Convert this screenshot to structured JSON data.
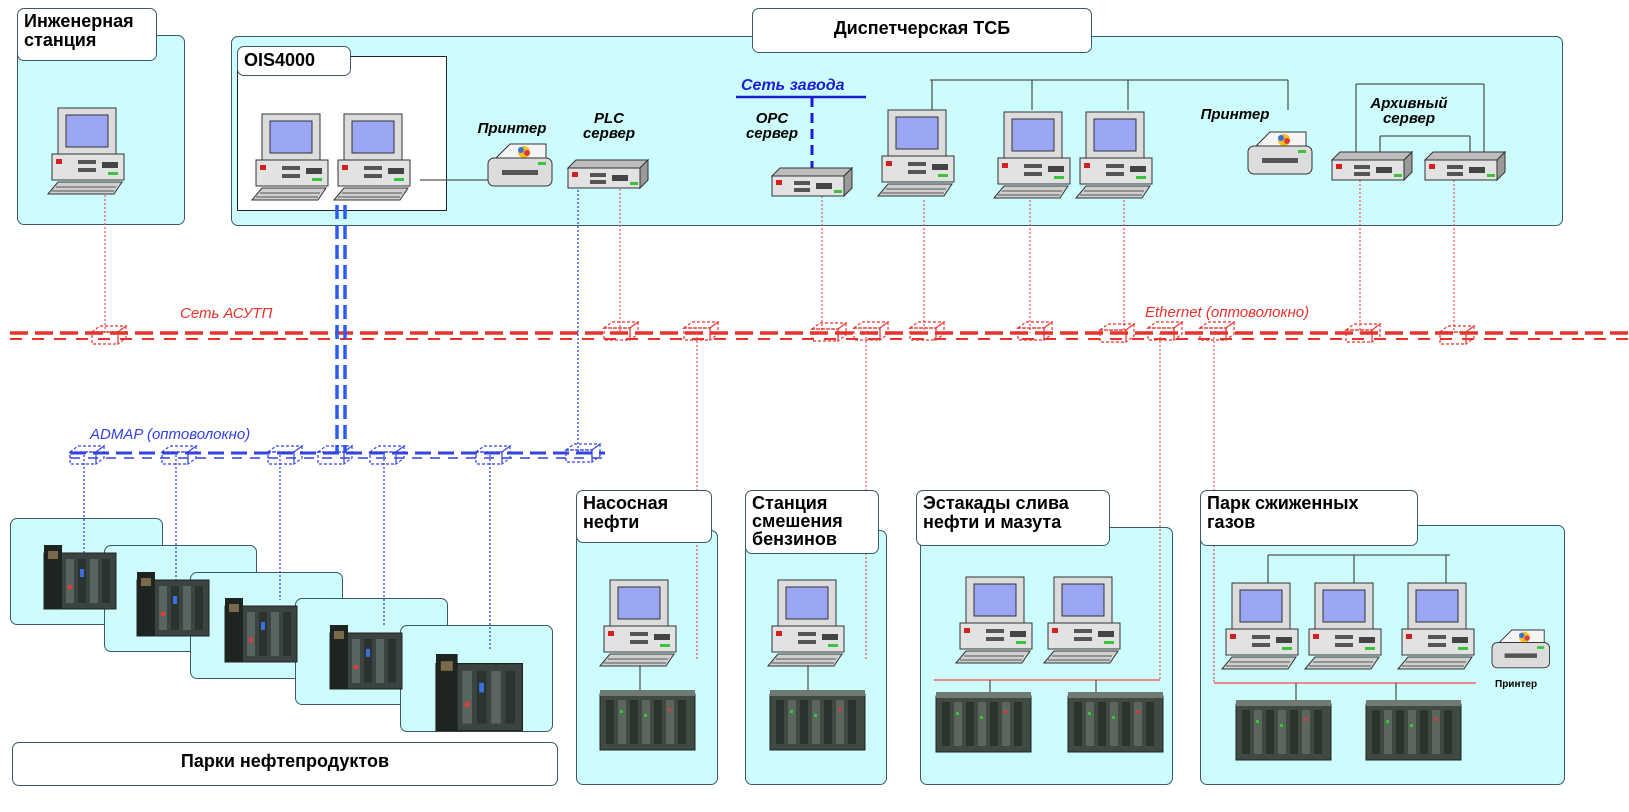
{
  "eng_station": {
    "label": "Инженерная\nстанция"
  },
  "control_room": {
    "title": "Диспетчерская ТСБ",
    "ois_label": "OIS4000",
    "printer_label": "Принтер",
    "plc_label": "PLC\nсервер",
    "plant_network_label": "Сеть завода",
    "opc_label": "OPC\nсервер",
    "printer2_label": "Принтер",
    "archive_label": "Архивный\nсервер"
  },
  "networks": {
    "asutp_label": "Сеть АСУТП",
    "ethernet_label": "Ethernet (оптоволокно)",
    "admap_label": "ADMAP (оптоволокно)"
  },
  "stations": {
    "pump": "Насосная\nнефти",
    "mixing": "Станция\nсмешения\nбензинов",
    "racks": "Эстакады слива\nнефти и мазута",
    "lpg": "Парк сжиженных\nгазов",
    "lpg_printer": "Принтер"
  },
  "tank_farms": {
    "label": "Парки нефтепродуктов"
  },
  "colors": {
    "asutp_red": "#e8322c",
    "admap_blue": "#3342e0",
    "box_fill": "#ccfcfc",
    "line_pink": "#e88a8a"
  }
}
